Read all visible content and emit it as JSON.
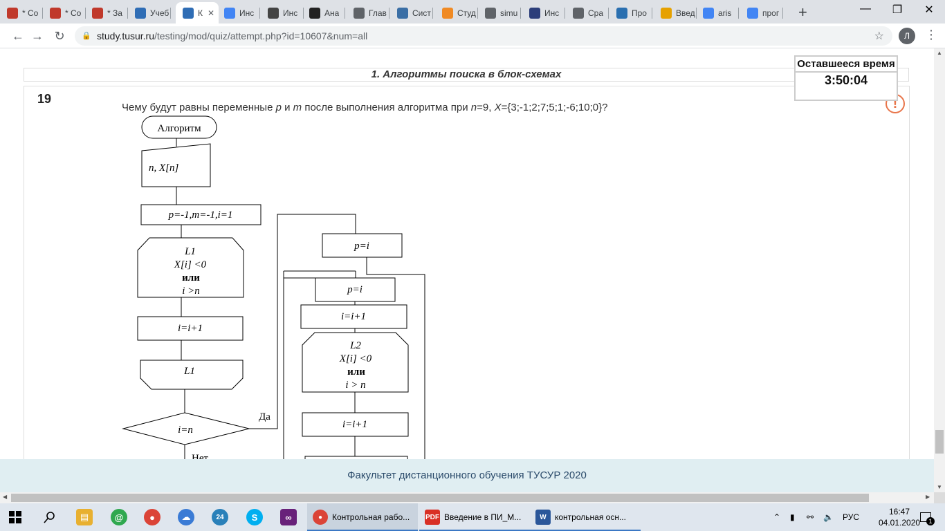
{
  "browser": {
    "tabs": [
      {
        "title": "* Со",
        "icon": "glasses-icon",
        "color": "#c0392b"
      },
      {
        "title": "* Со",
        "icon": "glasses-icon",
        "color": "#c0392b"
      },
      {
        "title": "* За",
        "icon": "glasses-icon",
        "color": "#c0392b"
      },
      {
        "title": "Учеб",
        "icon": "globe-icon",
        "color": "#2f6db5"
      },
      {
        "title": "К",
        "icon": "globe-icon",
        "color": "#2f6db5"
      },
      {
        "title": "Инс",
        "icon": "google-icon",
        "color": "#4285f4"
      },
      {
        "title": "Инс",
        "icon": "shield-icon",
        "color": "#444444"
      },
      {
        "title": "Ана",
        "icon": "dark-logo-icon",
        "color": "#222222"
      },
      {
        "title": "Глав",
        "icon": "globe-icon",
        "color": "#5f6368"
      },
      {
        "title": "Сист",
        "icon": "monitor-icon",
        "color": "#3a6ea5"
      },
      {
        "title": "Студ",
        "icon": "orange-circle-icon",
        "color": "#f08a24"
      },
      {
        "title": "simu",
        "icon": "globe-icon",
        "color": "#5f6368"
      },
      {
        "title": "Инс",
        "icon": "university-icon",
        "color": "#2c3e7a"
      },
      {
        "title": "Сра",
        "icon": "globe-icon",
        "color": "#5f6368"
      },
      {
        "title": "Про",
        "icon": "chart-icon",
        "color": "#2a6fb0"
      },
      {
        "title": "Введ",
        "icon": "bar-chart-icon",
        "color": "#e6a100"
      },
      {
        "title": "aris",
        "icon": "google-icon",
        "color": "#4285f4"
      },
      {
        "title": "прог",
        "icon": "google-icon",
        "color": "#4285f4"
      }
    ],
    "url_host": "study.tusur.ru",
    "url_path": "/testing/mod/quiz/attempt.php?id=10607&num=all",
    "profile_letter": "Л"
  },
  "quiz": {
    "section_title": "1. Алгоритмы поиска в блок-схемах",
    "question_number": "19",
    "question_text": "Чему будут равны переменные p и m после выполнения алгоритма при n=9, X={3;-1;2;7;5;1;-6;10;0}?",
    "timer_label": "Оставшееся время",
    "timer_value": "3:50:04"
  },
  "flowchart": {
    "start": "Алгоритм",
    "input": "n,  X[n]",
    "init": "p=-1,m=-1,i=1",
    "loop1_name": "L1",
    "loop1_cond1": "X[i] <0",
    "loop1_or": "или",
    "loop1_cond2": "i >n",
    "inc1": "i=i+1",
    "loop1_end": "L1",
    "decision": "i=n",
    "yes_label": "Да",
    "no_label": "Нет",
    "assign_p_top": "p=i",
    "assign_p_inner": "p=i",
    "inc2": "i=i+1",
    "loop2_name": "L2",
    "loop2_cond1": "X[i] <0",
    "loop2_or": "или",
    "loop2_cond2": "i > n",
    "inc3": "i=i+1"
  },
  "footer": {
    "text": "Факультет дистанционного обучения ТУСУР 2020"
  },
  "taskbar": {
    "tasks": [
      {
        "title": "Контрольная рабо...",
        "icon": "chrome-icon"
      },
      {
        "title": "Введение в ПИ_М...",
        "icon": "pdf-icon"
      },
      {
        "title": "контрольная  осн...",
        "icon": "word-icon"
      }
    ],
    "lang": "РУС",
    "time": "16:47",
    "date": "04.01.2020",
    "notifications": "1"
  }
}
